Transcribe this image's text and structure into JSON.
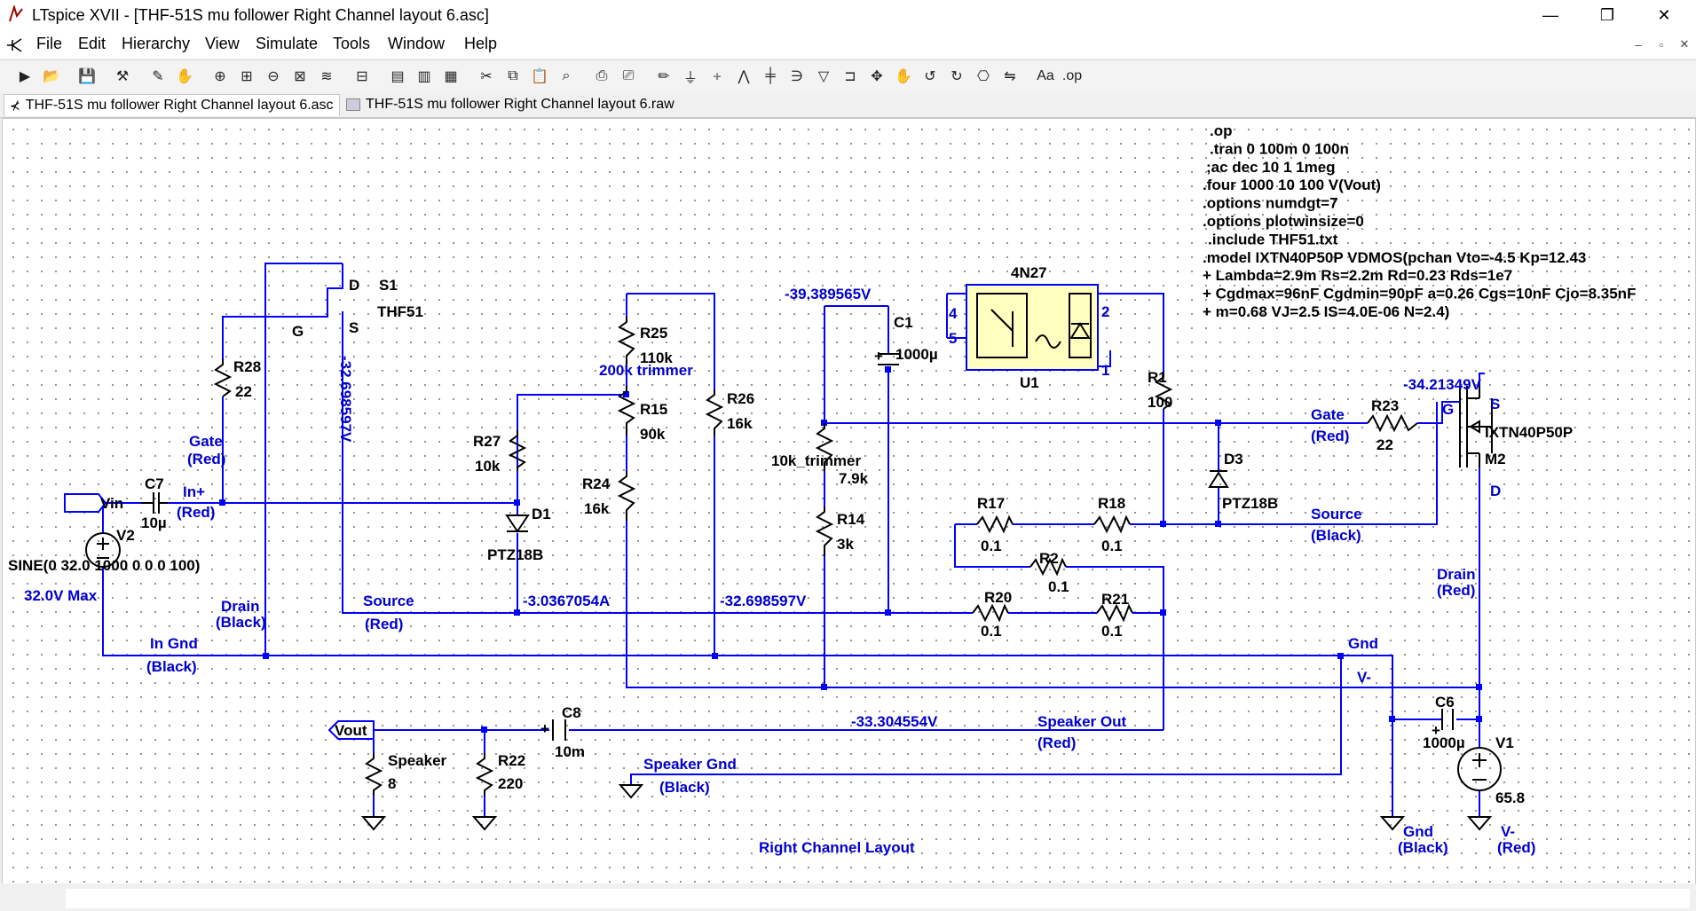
{
  "app": {
    "title": "LTspice XVII - [THF-51S mu follower Right Channel layout 6.asc]"
  },
  "window_controls": {
    "minimize": "—",
    "restore": "❐",
    "close": "✕"
  },
  "mdi_controls": {
    "minimize": "–",
    "restore": "▫",
    "close": "✕"
  },
  "menu": {
    "items": [
      "File",
      "Edit",
      "Hierarchy",
      "View",
      "Simulate",
      "Tools",
      "Window",
      "Help"
    ]
  },
  "toolbar": {
    "icons": [
      "new-schematic-icon",
      "open-icon",
      "save-icon",
      "control-panel-icon",
      "run-icon",
      "halt-icon",
      "zoom-in-icon",
      "zoom-area-icon",
      "zoom-out-icon",
      "zoom-fit-icon",
      "autorange-icon",
      "grid-icon",
      "tile-vertical-icon",
      "cascade-icon",
      "tile-horizontal-icon",
      "cut-icon",
      "copy-icon",
      "paste-icon",
      "find-icon",
      "print-setup-icon",
      "print-icon",
      "draw-wire-icon",
      "ground-icon",
      "label-net-icon",
      "resistor-icon",
      "capacitor-icon",
      "inductor-icon",
      "diode-icon",
      "component-icon",
      "move-icon",
      "drag-icon",
      "undo-icon",
      "redo-icon",
      "rotate-icon",
      "mirror-icon",
      "text-icon",
      "spice-directive-icon"
    ]
  },
  "tabs": [
    {
      "label": "THF-51S mu follower Right Channel layout 6.asc"
    },
    {
      "label": "THF-51S mu follower Right Channel layout 6.raw"
    }
  ],
  "schematic": {
    "directives": [
      ".op",
      ".tran 0 100m 0 100n",
      ";ac dec 10 1 1meg",
      ".four 1000 10 100 V(Vout)",
      ".options numdgt=7",
      ".options plotwinsize=0",
      ".include THF51.txt",
      ".model IXTN40P50P VDMOS(pchan Vto=-4.5 Kp=12.43",
      "+ Lambda=2.9m Rs=2.2m Rd=0.23 Rds=1e7",
      "+ Cgdmax=96nF Cgdmin=90pF a=0.26 Cgs=10nF Cjo=8.35nF",
      "+ m=0.68 VJ=2.5 IS=4.0E-06 N=2.4)"
    ],
    "components": {
      "s1": {
        "name": "S1",
        "model": "THF51",
        "pin_d": "D",
        "pin_g": "G",
        "pin_s": "S"
      },
      "r28": {
        "name": "R28",
        "value": "22"
      },
      "r27": {
        "name": "R27",
        "value": "10k"
      },
      "r25": {
        "name": "R25",
        "value": "110k",
        "note": "200k trimmer"
      },
      "r15": {
        "name": "R15",
        "value": "90k"
      },
      "r24": {
        "name": "R24",
        "value": "16k"
      },
      "r26": {
        "name": "R26",
        "value": "16k"
      },
      "d1": {
        "name": "D1",
        "model": "PTZ18B"
      },
      "c7": {
        "name": "C7",
        "value": "10µ"
      },
      "v2": {
        "name": "V2",
        "value": "SINE(0 32.0 1000 0 0 0 100)",
        "note": "32.0V Max"
      },
      "trim": {
        "name": "10k_trimmer",
        "value": "7.9k"
      },
      "r14": {
        "name": "R14",
        "value": "3k"
      },
      "c1": {
        "name": "C1",
        "value": "1000µ",
        "plus": "+"
      },
      "u1": {
        "name": "U1",
        "model": "4N27",
        "pin4": "4",
        "pin5": "5",
        "pin2": "2",
        "pin1": "1"
      },
      "r1": {
        "name": "R1",
        "value": "100"
      },
      "d3": {
        "name": "D3",
        "model": "PTZ18B"
      },
      "r23": {
        "name": "R23",
        "value": "22"
      },
      "m2": {
        "name": "M2",
        "model": "IXTN40P50P",
        "pin_g": "G",
        "pin_s": "S",
        "pin_d": "D"
      },
      "r17": {
        "name": "R17",
        "value": "0.1"
      },
      "r18": {
        "name": "R18",
        "value": "0.1"
      },
      "r2": {
        "name": "R2",
        "value": "0.1"
      },
      "r20": {
        "name": "R20",
        "value": "0.1"
      },
      "r21": {
        "name": "R21",
        "value": "0.1"
      },
      "c8": {
        "name": "C8",
        "value": "10m",
        "plus": "+"
      },
      "speaker": {
        "name": "Speaker",
        "value": "8"
      },
      "r22": {
        "name": "R22",
        "value": "220"
      },
      "c6": {
        "name": "C6",
        "value": "1000µ",
        "plus": "+"
      },
      "v1": {
        "name": "V1",
        "value": "65.8"
      }
    },
    "voltages": {
      "s1_source": "-32.698597V",
      "c1_top": "-39.389565V",
      "m2_source": "-34.21349V",
      "source_current": "-3.0367054A",
      "source_node": "-32.698597V",
      "out_node": "-33.304554V"
    },
    "net_labels": {
      "vin": "Vin",
      "vout": "Vout",
      "in_plus": "In+",
      "in_plus_color": "(Red)",
      "gate_left": "Gate",
      "gate_left_color": "(Red)",
      "drain_left": "Drain",
      "drain_left_color": "(Black)",
      "source_left": "Source",
      "source_left_color": "(Red)",
      "in_gnd": "In Gnd",
      "in_gnd_color": "(Black)",
      "gate_right": "Gate",
      "gate_right_color": "(Red)",
      "source_right": "Source",
      "source_right_color": "(Black)",
      "drain_right": "Drain",
      "drain_right_color": "(Red)",
      "gnd": "Gnd",
      "vminus": "V-",
      "speaker_out": "Speaker Out",
      "speaker_out_color": "(Red)",
      "speaker_gnd": "Speaker Gnd",
      "speaker_gnd_color": "(Black)",
      "gnd_bottom": "Gnd",
      "gnd_bottom_color": "(Black)",
      "vminus_bottom": "V-",
      "vminus_bottom_color": "(Red)",
      "layout_title": "Right Channel Layout"
    }
  },
  "colors": {
    "wire": "#0000ff",
    "component": "#000000",
    "blue_text": "#0000cc",
    "u1_fill": "#ffffc0"
  }
}
